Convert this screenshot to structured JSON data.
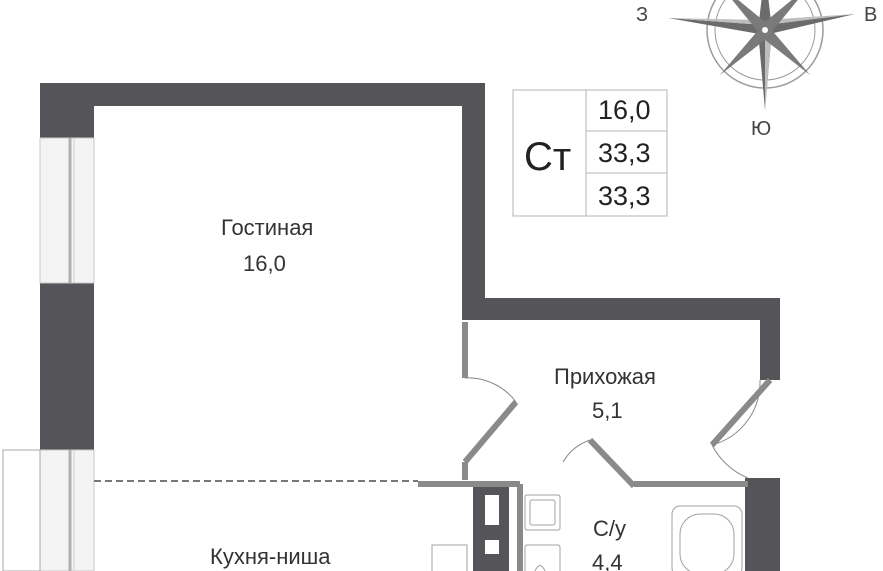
{
  "compass": {
    "west": "З",
    "east": "В",
    "south": "Ю"
  },
  "legend": {
    "type": "Ст",
    "values": [
      "16,0",
      "33,3",
      "33,3"
    ]
  },
  "rooms": {
    "living": {
      "name": "Гостиная",
      "area": "16,0"
    },
    "hall": {
      "name": "Прихожая",
      "area": "5,1"
    },
    "bath": {
      "name": "С/у",
      "area": "4,4"
    },
    "kitchen": {
      "name": "Кухня-ниша"
    }
  },
  "colors": {
    "wall": "#555559",
    "window_frame": "#c8c8c8",
    "line": "#888888",
    "dashed": "#777777"
  }
}
